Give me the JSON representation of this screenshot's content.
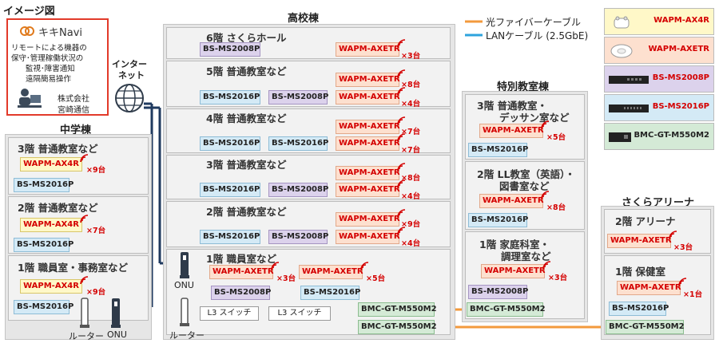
{
  "header": {
    "title": "イメージ図"
  },
  "kiki": {
    "brand": "キキNavi",
    "lines": [
      "リモートによる機器の",
      "保守･管理稼働状況の",
      "監視･障害通知",
      "遠隔簡易操作"
    ],
    "company": [
      "株式会社",
      "宮崎通信"
    ]
  },
  "internet": {
    "label": [
      "インター",
      "ネット"
    ]
  },
  "legend": {
    "fiber": "光ファイバーケーブル",
    "lan": "LANケーブル (2.5GbE)"
  },
  "colors": {
    "fiber": "#f39a3c",
    "lan": "#2ea3dd",
    "onu_link": "#1f3a5f",
    "red": "#d40000"
  },
  "devices_legend": [
    "WAPM-AX4R",
    "WAPM-AXETR",
    "BS-MS2008P",
    "BS-MS2016P",
    "BMC-GT-M550M2"
  ],
  "buildings": {
    "chugaku": {
      "title": "中学棟",
      "floors": [
        {
          "label": "3階 普通教室など",
          "ap": "WAPM-AX4R",
          "count": "×9台",
          "switch": "BS-MS2016P"
        },
        {
          "label": "2階 普通教室など",
          "ap": "WAPM-AX4R",
          "count": "×7台",
          "switch": "BS-MS2016P"
        },
        {
          "label": "1階 職員室・事務室など",
          "ap": "WAPM-AX4R",
          "count": "×9台",
          "switch": "BS-MS2016P"
        }
      ],
      "router": "ルーター",
      "onu": "ONU"
    },
    "koko": {
      "title": "高校棟",
      "f6": {
        "label": "6階 さくらホール",
        "sw": "BS-MS2008P",
        "ap": "WAPM-AXETR",
        "count": "×3台"
      },
      "f5": {
        "label": "5階 普通教室など",
        "sw1": "BS-MS2016P",
        "sw2": "BS-MS2008P",
        "ap1": "WAPM-AXETR",
        "c1": "×8台",
        "ap2": "WAPM-AXETR",
        "c2": "×4台"
      },
      "f4": {
        "label": "4階 普通教室など",
        "sw1": "BS-MS2016P",
        "sw2": "BS-MS2016P",
        "ap1": "WAPM-AXETR",
        "c1": "×7台",
        "ap2": "WAPM-AXETR",
        "c2": "×7台"
      },
      "f3": {
        "label": "3階 普通教室など",
        "sw1": "BS-MS2016P",
        "sw2": "BS-MS2008P",
        "ap1": "WAPM-AXETR",
        "c1": "×8台",
        "ap2": "WAPM-AXETR",
        "c2": "×4台"
      },
      "f2": {
        "label": "2階 普通教室など",
        "sw1": "BS-MS2016P",
        "sw2": "BS-MS2008P",
        "ap1": "WAPM-AXETR",
        "c1": "×9台",
        "ap2": "WAPM-AXETR",
        "c2": "×4台"
      },
      "f1": {
        "label": "1階 職員室など",
        "ap1": "WAPM-AXETR",
        "c1": "×3台",
        "ap2": "WAPM-AXETR",
        "c2": "×5台",
        "sw1": "BS-MS2008P",
        "sw2": "BS-MS2016P",
        "l3a": "L3 スイッチ",
        "l3b": "L3 スイッチ",
        "bmc1": "BMC-GT-M550M2",
        "bmc2": "BMC-GT-M550M2"
      },
      "onu": "ONU",
      "router": "ルーター"
    },
    "tokubetsu": {
      "title": "特別教室棟",
      "f3": {
        "label1": "3階 普通教室・",
        "label2": "デッサン室など",
        "ap": "WAPM-AXETR",
        "count": "×5台",
        "sw": "BS-MS2016P"
      },
      "f2": {
        "label1": "2階 LL教室（英語）・",
        "label2": "図書室など",
        "ap": "WAPM-AXETR",
        "count": "×8台",
        "sw": "BS-MS2016P"
      },
      "f1": {
        "label1": "1階 家庭科室・",
        "label2": "調理室など",
        "ap": "WAPM-AXETR",
        "count": "×3台",
        "sw": "BS-MS2008P",
        "bmc": "BMC-GT-M550M2"
      }
    },
    "arena": {
      "title": "さくらアリーナ",
      "f2": {
        "label": "2階 アリーナ",
        "ap": "WAPM-AXETR",
        "count": "×3台"
      },
      "f1": {
        "label": "1階 保健室",
        "ap": "WAPM-AXETR",
        "count": "×1台",
        "sw": "BS-MS2016P",
        "bmc": "BMC-GT-M550M2"
      }
    }
  }
}
